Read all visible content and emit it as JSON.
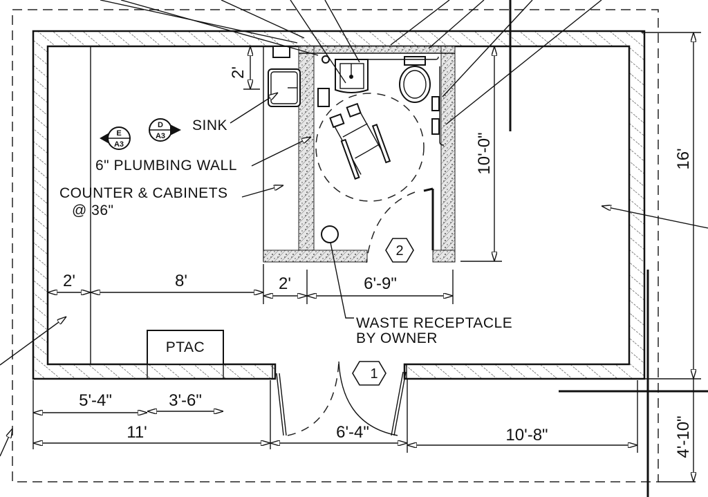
{
  "drawing": {
    "type": "accessible restroom floor plan",
    "labels": {
      "sink": "SINK",
      "plumbing_wall": "6\" PLUMBING WALL",
      "counter_line1": "COUNTER & CABINETS",
      "counter_line2": "@ 36\"",
      "ptac": "PTAC",
      "waste_line1": "WASTE RECEPTACLE",
      "waste_line2": "BY OWNER"
    },
    "section_markers": [
      {
        "letter": "E",
        "sheet": "A3",
        "direction": "left"
      },
      {
        "letter": "D",
        "sheet": "A3",
        "direction": "right"
      }
    ],
    "door_tags": [
      {
        "number": "1"
      },
      {
        "number": "2"
      }
    ],
    "dimensions": {
      "horizontal_upper": [
        "2'",
        "8'",
        "2'",
        "6'-9\""
      ],
      "horizontal_lower_row1": [
        "5'-4\"",
        "3'-6\""
      ],
      "horizontal_lower_row2": [
        "11'",
        "6'-4\"",
        "10'-8\""
      ],
      "vertical": {
        "sink_offset": "2'",
        "restroom_depth": "10'-0\"",
        "overall_depth": "16'",
        "bottom_offset": "4'-10\""
      }
    },
    "colors": {
      "line": "#111111",
      "background": "#ffffff"
    }
  }
}
